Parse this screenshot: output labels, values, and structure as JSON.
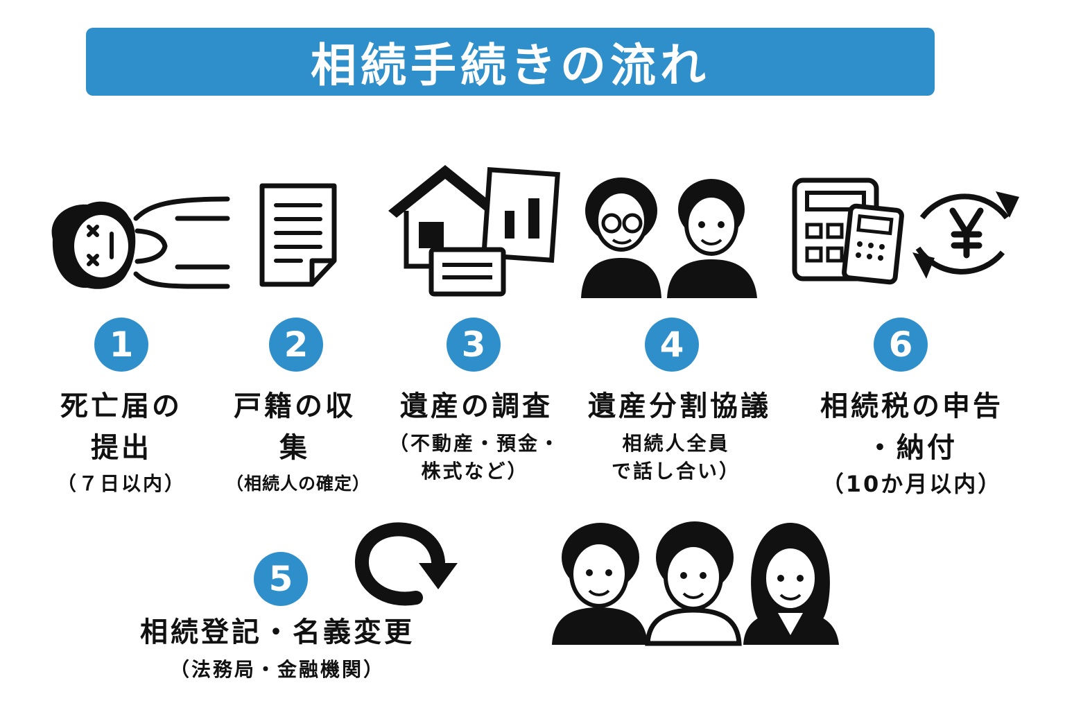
{
  "title": "相続手続きの流れ",
  "colors": {
    "accent": "#2f8fcb",
    "ink": "#111111",
    "background": "#ffffff"
  },
  "steps": [
    {
      "number": "1",
      "icon": "deceased-person-icon",
      "label_line1": "死亡届の",
      "label_line2": "提出",
      "sub_line1": "（７日以内）",
      "sub_line2": ""
    },
    {
      "number": "2",
      "icon": "document-icon",
      "label_line1": "戸籍の収",
      "label_line2": "集",
      "sub_line1": "（相続人の確定）",
      "sub_line2": ""
    },
    {
      "number": "3",
      "icon": "house-and-assets-icon",
      "label_line1": "遺産の調査",
      "label_line2": "",
      "sub_line1": "（不動産・預金・",
      "sub_line2": "株式など）"
    },
    {
      "number": "4",
      "icon": "family-discussion-icon",
      "label_line1": "遺産分割協議",
      "label_line2": "",
      "sub_line1": "相続人全員",
      "sub_line2": "で話し合い）"
    },
    {
      "number": "5",
      "icon": "circular-arrow-icon",
      "label_line1": "相続登記・名義変更",
      "label_line2": "",
      "sub_line1": "（法務局・金融機関）",
      "sub_line2": ""
    },
    {
      "number": "6",
      "icon": "calculator-yen-icon",
      "label_line1": "相続税の申告",
      "label_line2": "・納付",
      "sub_line1": "（10か月以内）",
      "sub_line2": ""
    }
  ],
  "extra_icons": [
    "heirs-group-icon"
  ]
}
